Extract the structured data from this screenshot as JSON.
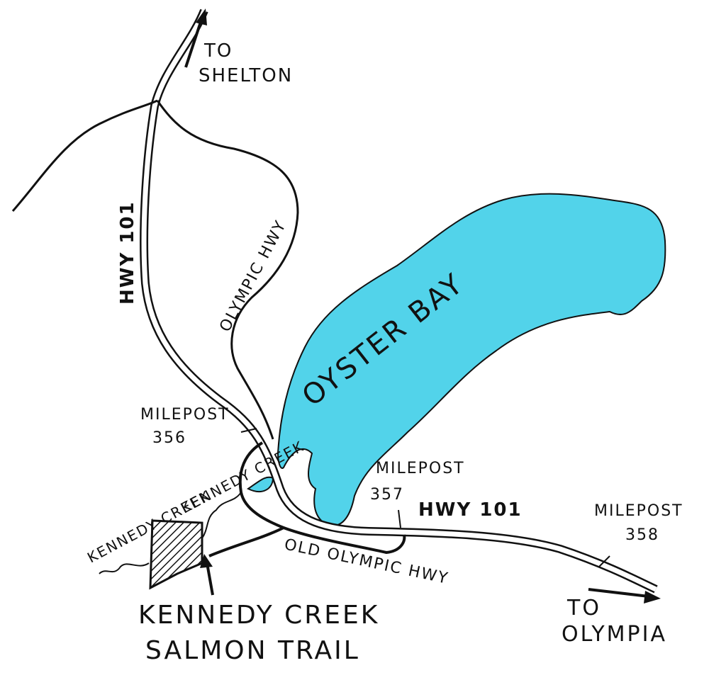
{
  "colors": {
    "water": "#52d3ea",
    "ink": "#111111",
    "paper": "#ffffff"
  },
  "labels": {
    "to_shelton": [
      "TO",
      "SHELTON"
    ],
    "hwy101_north": "HWY 101",
    "olympic_hwy": "OLYMPIC HWY",
    "oyster_bay": "OYSTER BAY",
    "milepost_356": [
      "MILEPOST",
      "356"
    ],
    "milepost_357": [
      "MILEPOST",
      "357"
    ],
    "hwy101_east": "HWY 101",
    "milepost_358": [
      "MILEPOST",
      "358"
    ],
    "kennedy_creek_stream": "KENNEDY CREEK",
    "kennedy_creek_area": "KENNEDY CREEK",
    "old_olympic_hwy": "OLD OLYMPIC HWY",
    "to_olympia": [
      "TO",
      "OLYMPIA"
    ],
    "trail": [
      "KENNEDY CREEK",
      "SALMON TRAIL"
    ]
  }
}
